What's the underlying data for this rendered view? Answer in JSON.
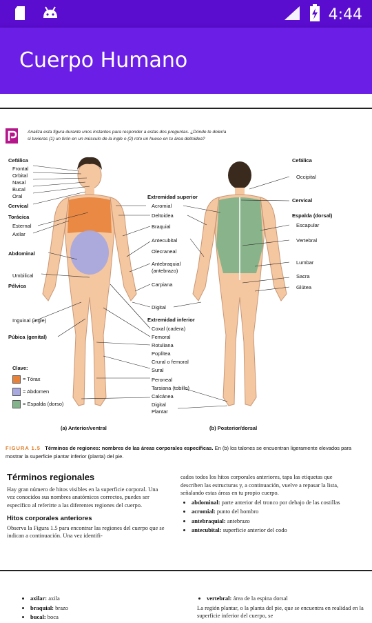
{
  "status_bar": {
    "time": "4:44",
    "icons": [
      "sd-card-icon",
      "android-icon",
      "signal-icon",
      "battery-charging-icon"
    ]
  },
  "app_bar": {
    "title": "Cuerpo Humano"
  },
  "page": {
    "intro_line1": "Analiza esta figura durante unos instantes para responder a estas dos preguntas. ¿Dónde te dolería",
    "intro_line2": "si tuvieras (1) un tirón en un músculo de la ingle o (2) roto un hueso en tu área deltoidea?",
    "anterior_labels": {
      "cefalica": "Cefálica",
      "frontal": "Frontal",
      "orbital": "Orbital",
      "nasal": "Nasal",
      "bucal": "Bucal",
      "oral": "Oral",
      "cervical": "Cervical",
      "toracica": "Torácica",
      "esternal": "Esternal",
      "axilar": "Axilar",
      "abdominal": "Abdominal",
      "umbilical": "Umbilical",
      "pelvica": "Pélvica",
      "inguinal": "Inguinal (ingle)",
      "pubica": "Púbica (genital)"
    },
    "middle_labels": {
      "extremidad_superior": "Extremidad superior",
      "acromial": "Acromial",
      "deltoidea": "Deltoidea",
      "braquial": "Braquial",
      "antecubital": "Antecubital",
      "olecraneal": "Olecraneal",
      "antebraquial": "Antebraquial",
      "antebraquial2": "(antebrazo)",
      "carpiana": "Carpiana",
      "digital": "Digital",
      "extremidad_inferior": "Extremidad inferior",
      "coxal": "Coxal (cadera)",
      "femoral": "Femoral",
      "rotuliana": "Rotuliana",
      "poplitea": "Poplítea",
      "crural": "Crural o femoral",
      "sural": "Sural",
      "peroneal": "Peroneal",
      "tarsiana": "Tarsiana (tobillo)",
      "calcanea": "Calcánea",
      "digital2": "Digital",
      "plantar": "Plantar"
    },
    "posterior_labels": {
      "cefalica": "Cefálica",
      "occipital": "Occipital",
      "cervical": "Cervical",
      "espalda": "Espalda (dorsal)",
      "escapular": "Escapular",
      "vertebral": "Vertebral",
      "lumbar": "Lumbar",
      "sacra": "Sacra",
      "glutea": "Glútea"
    },
    "key": {
      "title": "Clave:",
      "items": [
        {
          "label": "= Tórax",
          "color": "#e8823a"
        },
        {
          "label": "= Abdomen",
          "color": "#a8a9e0"
        },
        {
          "label": "= Espalda (dorso)",
          "color": "#83b38a"
        }
      ]
    },
    "view_anterior": "(a)  Anterior/ventral",
    "view_posterior": "(b)  Posterior/dorsal",
    "figure_label": "FIGURA 1.5",
    "figure_caption_bold": "Términos de regiones: nombres de las áreas corporales específicas.",
    "figure_caption_rest": "En (b) los talones se encuentran ligeramente elevados para mostrar la superficie plantar inferior (planta) del pie.",
    "section_title": "Términos regionales",
    "section_para": "Hay gran número de hitos visibles en la superficie corporal. Una vez conocidos sus nombres anatómicos correctos, puedes ser específico al referirte a las diferentes regiones del cuerpo.",
    "subsection_title": "Hitos corporales anteriores",
    "subsection_para": "Observa la Figura 1.5 para encontrar las regiones del cuerpo que se indican a continuación. Una vez identifi-",
    "right_para": "cados todos los hitos corporales anteriores, tapa las etiquetas que describen las estructuras y, a continuación, vuelve a repasar la lista, señalando estas áreas en tu propio cuerpo.",
    "right_list": [
      {
        "term": "abdominal:",
        "desc": "parte anterior del tronco por debajo de las costillas"
      },
      {
        "term": "acromial:",
        "desc": "punto del hombro"
      },
      {
        "term": "antebraquial:",
        "desc": "antebrazo"
      },
      {
        "term": "antecubital:",
        "desc": "superficie anterior del codo"
      }
    ],
    "next_left_list": [
      {
        "term": "axilar:",
        "desc": "axila"
      },
      {
        "term": "braquial:",
        "desc": "brazo"
      },
      {
        "term": "bucal:",
        "desc": "boca"
      }
    ],
    "next_right_list": [
      {
        "term": "vertebral:",
        "desc": "área de la espina dorsal"
      }
    ],
    "next_right_para": "La región plantar, o la planta del pie, que se encuentra en realidad en la superficie inferior del cuerpo, se"
  }
}
